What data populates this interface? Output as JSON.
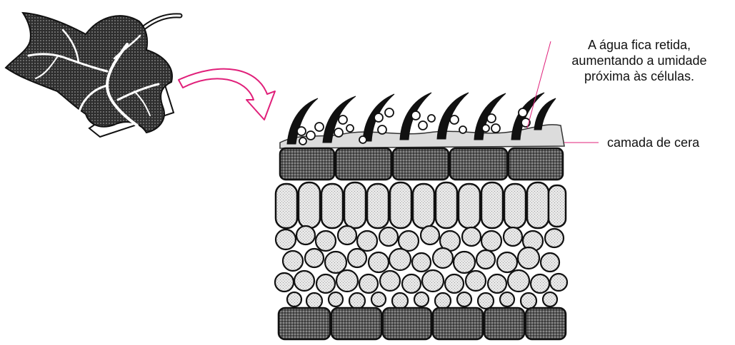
{
  "annotations": {
    "water_retained": {
      "lines": [
        "A água fica retida,",
        "aumentando a umidade",
        "próxima às células."
      ]
    },
    "wax_layer": "camada de cera"
  },
  "colors": {
    "arrow": "#e0207a",
    "leaf_dark": "#3a3a3a",
    "cell_dark": "#6a6a6a",
    "cell_light": "#cfcfcf",
    "wax": "#d8d8d8",
    "outline": "#111111"
  },
  "icons": [
    "leaf-icon",
    "curved-arrow-icon",
    "leaf-cross-section"
  ]
}
